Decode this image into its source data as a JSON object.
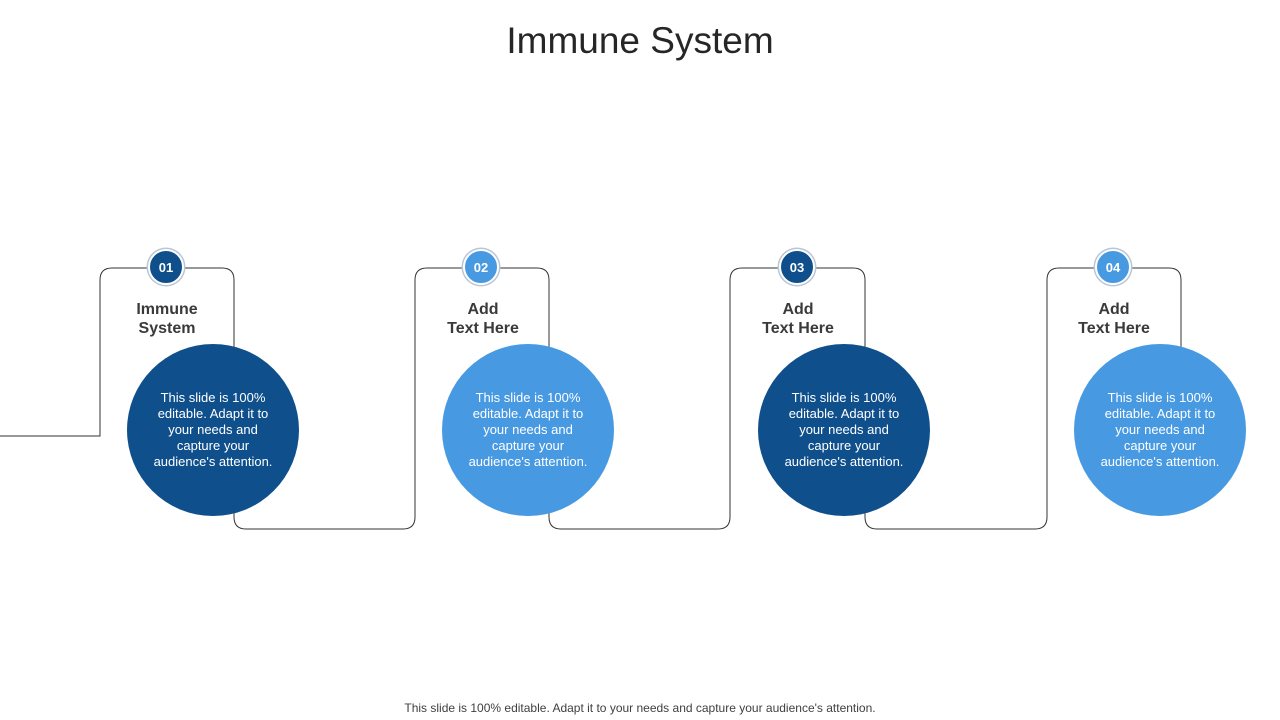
{
  "title": "Immune System",
  "steps": [
    {
      "number": "01",
      "heading_line1": "Immune",
      "heading_line2": "System",
      "body": "This slide is 100% editable. Adapt it to your needs and capture your audience's attention."
    },
    {
      "number": "02",
      "heading_line1": "Add",
      "heading_line2": "Text Here",
      "body": "This slide is 100% editable. Adapt it to your needs and capture your audience's attention."
    },
    {
      "number": "03",
      "heading_line1": "Add",
      "heading_line2": "Text Here",
      "body": "This slide is 100% editable. Adapt it to your needs and capture your audience's attention."
    },
    {
      "number": "04",
      "heading_line1": "Add",
      "heading_line2": "Text Here",
      "body": "This slide is 100% editable. Adapt it to your needs and capture your audience's attention."
    }
  ],
  "footer": "This slide is 100% editable. Adapt it to your needs and capture your audience's attention.",
  "colors": {
    "dark_blue": "#0f4f8c",
    "light_blue": "#4799e2",
    "line": "#333333"
  }
}
